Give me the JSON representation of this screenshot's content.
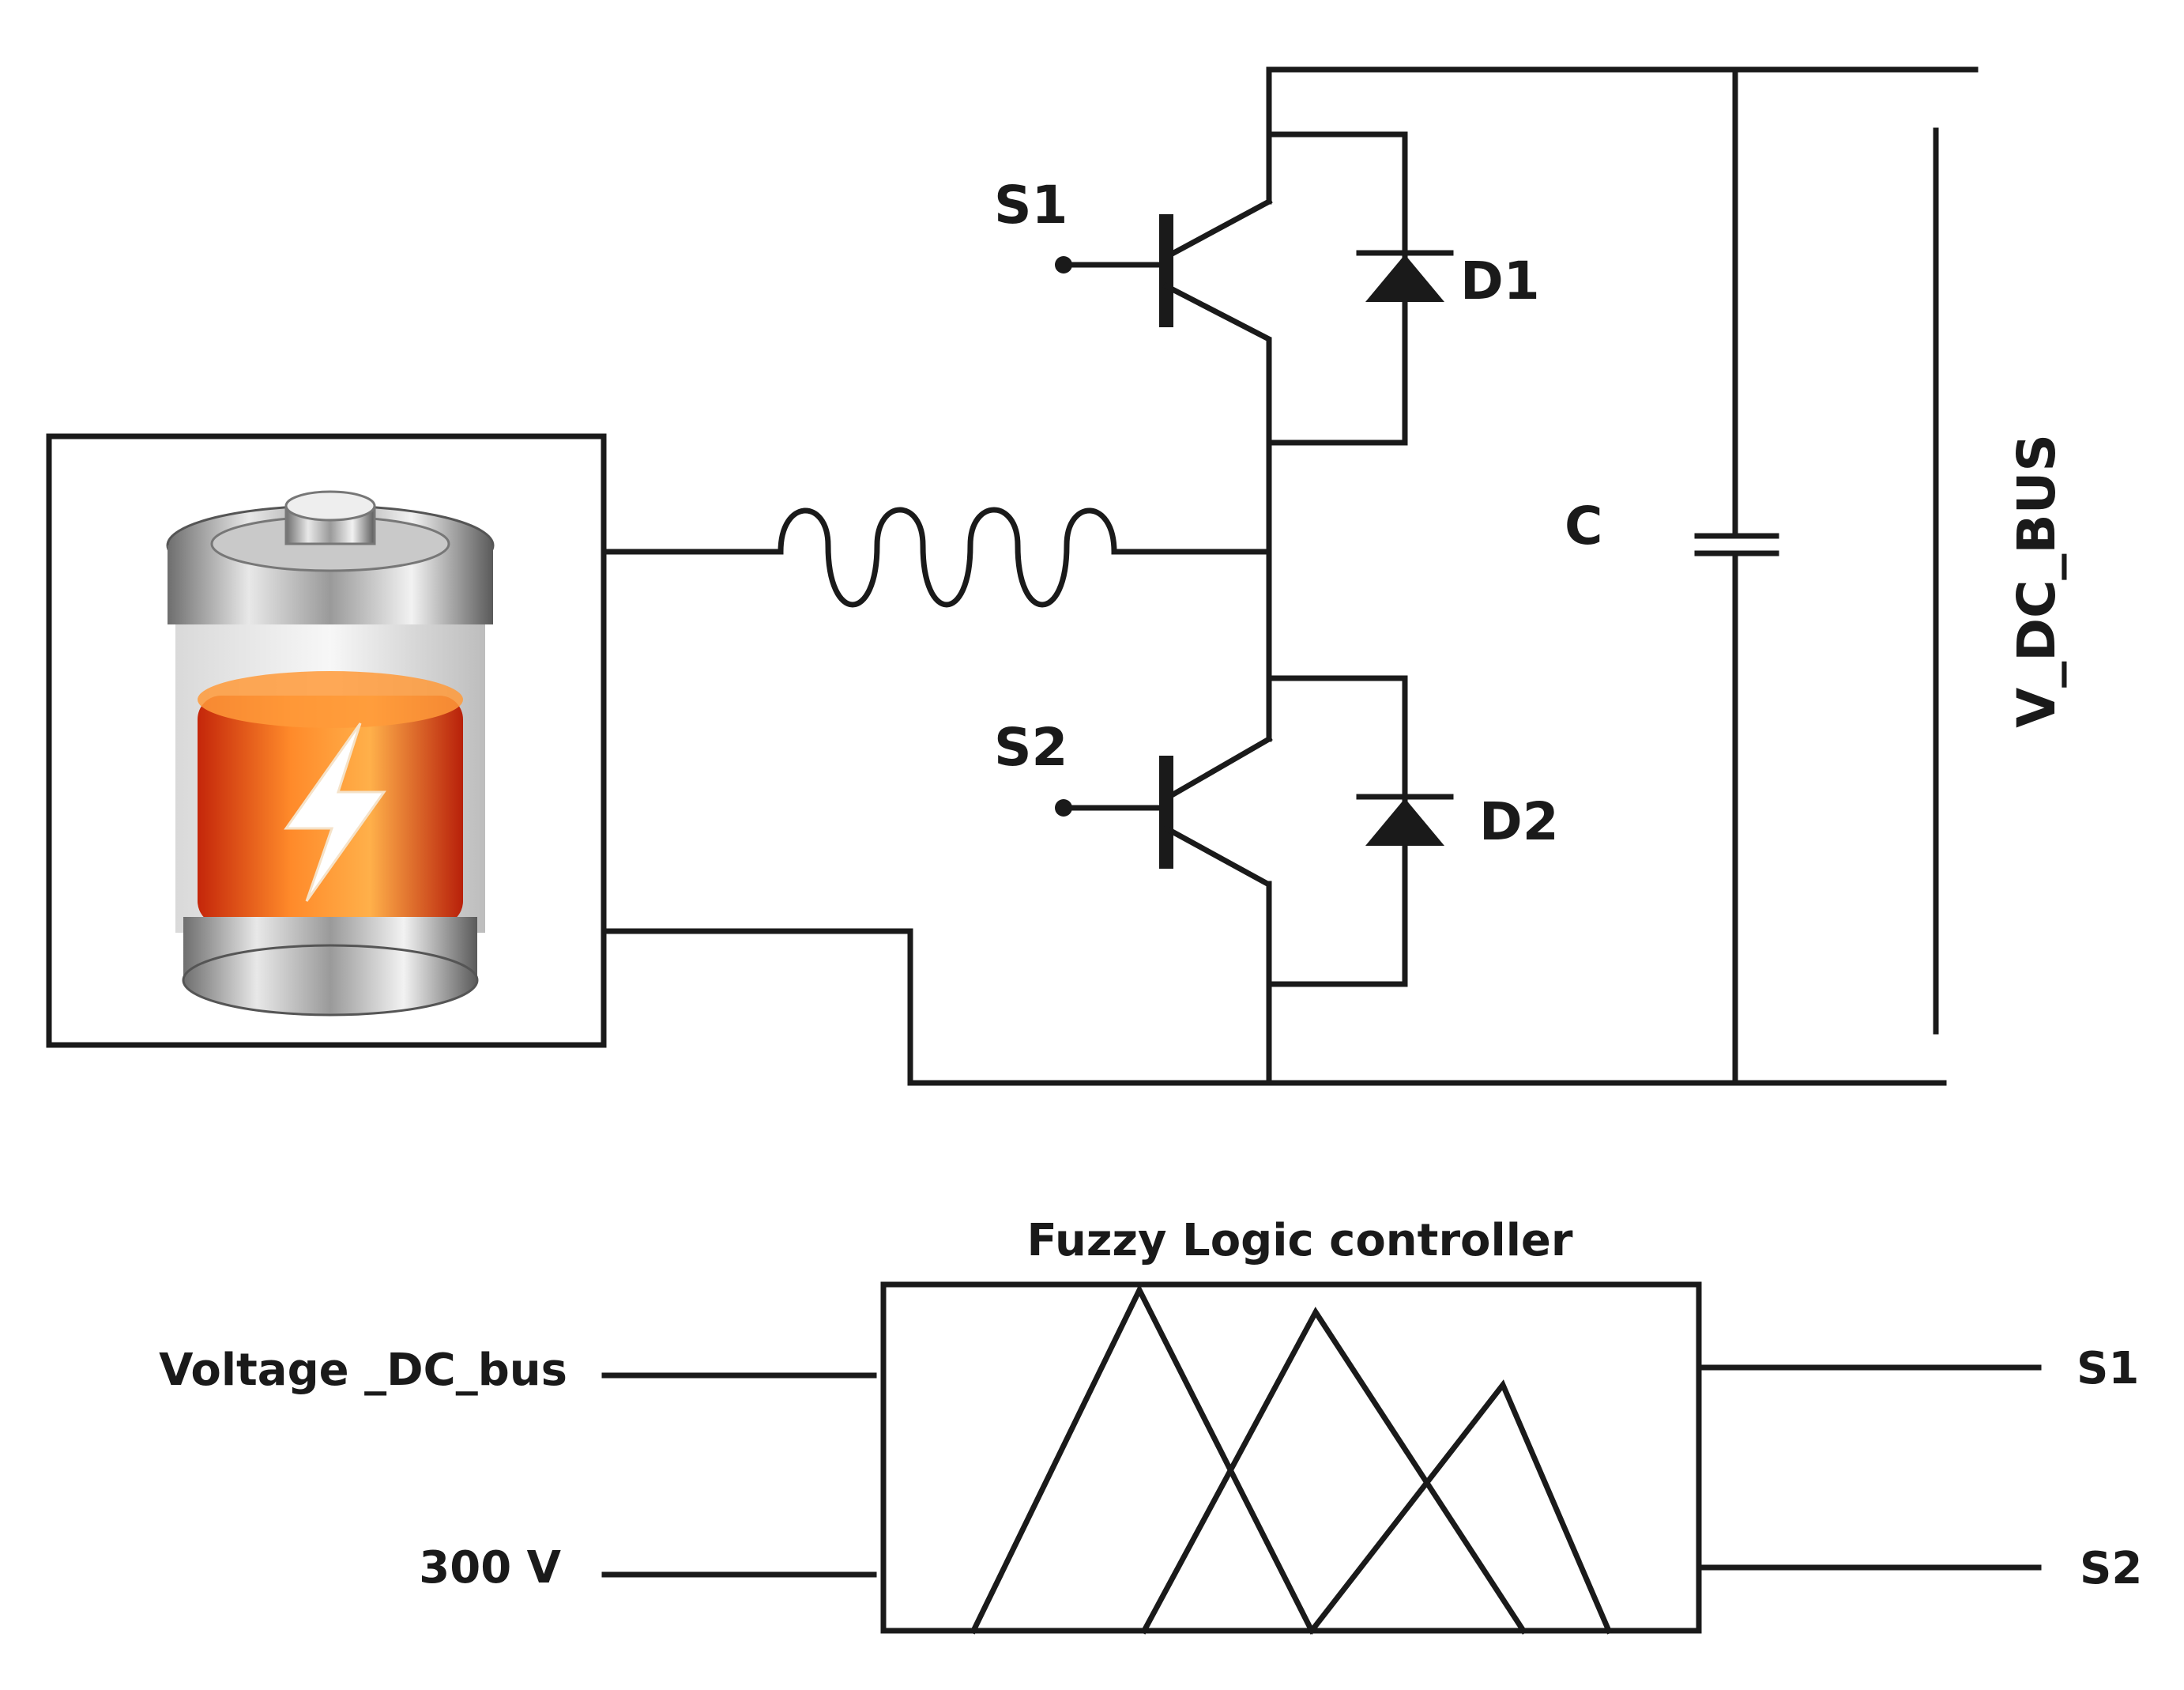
{
  "circuit": {
    "switch_top": "S1",
    "switch_bottom": "S2",
    "diode_top": "D1",
    "diode_bottom": "D2",
    "capacitor": "C",
    "bus_voltage": "V_DC_BUS"
  },
  "controller": {
    "title": "Fuzzy Logic controller",
    "input_1": "Voltage _DC_bus",
    "input_2": "300 V",
    "output_1": "S1",
    "output_2": "S2"
  },
  "icons": {
    "battery": "battery-charging-icon"
  },
  "colors": {
    "line": "#1a1a1a",
    "battery_fill": "#ff6a1a",
    "bolt": "#ffffff"
  }
}
